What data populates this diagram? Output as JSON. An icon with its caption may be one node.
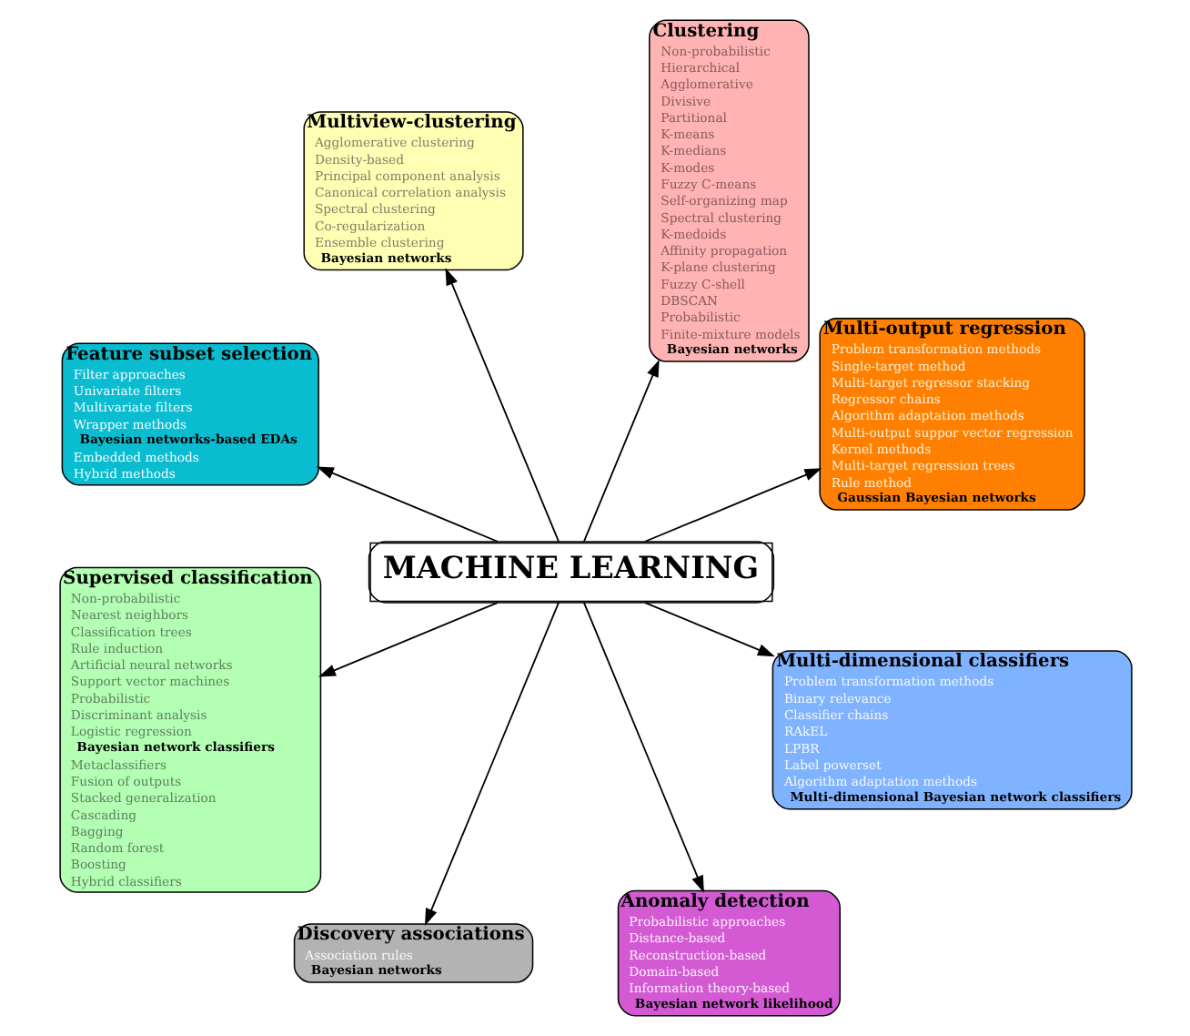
{
  "diagram": {
    "nodes": [
      {
        "text": [
          "Multi-output regression",
          "Problem transformation methods",
          "Single-target method",
          "Multi-target regressor stacking",
          "Regressor chains",
          "Algorithm adaptation methods",
          "Multi-output suppor vector regression",
          "Kernel methods",
          "Multi-target regression trees",
          "Rule method",
          "**Gaussian Bayesian networks**"
        ]
      },
      {
        "text": [
          "Clustering",
          "Non-probabilistic",
          "Hierarchical",
          "Agglomerative",
          "Divisive",
          "Partitional",
          "K-means",
          "K-medians",
          "K-modes",
          "Fuzzy C-means",
          "Self-organizing map",
          "Spectral clustering",
          "K-medoids",
          "Affinity propagation",
          "K-plane clustering",
          "Fuzzy C-shell",
          "DBSCAN",
          "Probabilistic",
          "Finite-mixture models",
          "**Bayesian networks**"
        ]
      },
      {
        "text": [
          "Multiview-clustering",
          "Agglomerative clustering",
          "Density-based",
          "Principal component analysis",
          "Canonical correlation analysis",
          "Spectral clustering",
          "Co-regularization",
          "Ensemble clustering",
          "**Bayesian networks**"
        ]
      },
      {
        "text": [
          "Feature subset selection",
          "Filter approaches",
          "Univariate filters",
          "Multivariate filters",
          "Wrapper methods",
          "**Bayesian networks-based EDAs**",
          "Embedded methods",
          "Hybrid methods"
        ]
      },
      {
        "text": [
          "Supervised classification",
          "Non-probabilistic",
          "Nearest neighbors",
          "Classification trees",
          "Rule induction",
          "Artificial neural networks",
          "Support vector machines",
          "Probabilistic",
          "Discriminant analysis",
          "Logistic regression",
          "**Bayesian network classifiers**",
          "Metaclassifiers",
          "Fusion of outputs",
          "Stacked generalization",
          "Cascading",
          "Bagging",
          "Random forest",
          "Boosting",
          "Hybrid classifiers"
        ]
      },
      {
        "text": [
          "MACHINE LEARNING"
        ]
      },
      {
        "text": [
          "Discovery associations",
          "Association rules",
          "**Bayesian networks**"
        ]
      },
      {
        "text": [
          "Anomaly detection",
          "Probabilistic approaches",
          "Distance-based",
          "Reconstruction-based",
          "Domain-based",
          "Information theory-based",
          "**Bayesian network likelihood**"
        ]
      },
      {
        "text": [
          "Multi-dimensional classifiers",
          "Problem transformation methods",
          "Binary relevance",
          "Classifier chains",
          "RAkEL",
          "LPBR",
          "Label powerset",
          "Algorithm adaptation methods",
          "**Multi-dimensional Bayesian network classifiers**"
        ]
      }
    ],
    "edges": [
      {
        "from": 5,
        "to": 0,
        "arrow": "to"
      },
      {
        "from": 5,
        "to": 1,
        "arrow": "to"
      },
      {
        "from": 5,
        "to": 2,
        "arrow": "to"
      },
      {
        "from": 5,
        "to": 3,
        "arrow": "to"
      },
      {
        "from": 5,
        "to": 4,
        "arrow": "to"
      },
      {
        "from": 5,
        "to": 6,
        "arrow": "to"
      },
      {
        "from": 5,
        "to": 7,
        "arrow": "to"
      },
      {
        "from": 5,
        "to": 8,
        "arrow": "to"
      }
    ]
  }
}
